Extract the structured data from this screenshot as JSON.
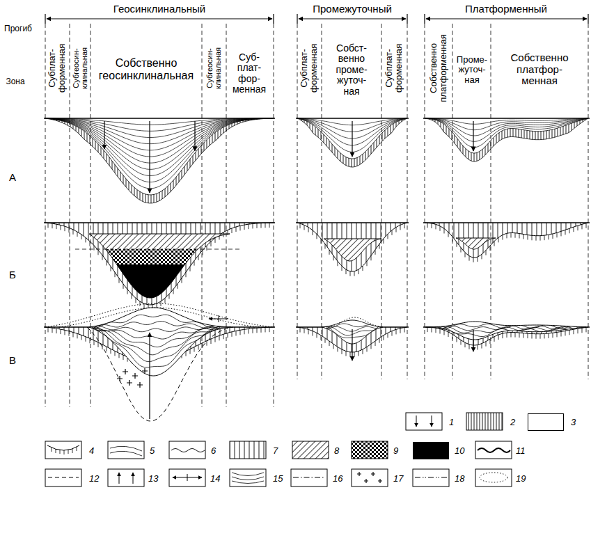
{
  "diagram": {
    "labels": [
      "Геосинклинальный",
      "Промежуточный",
      "Платформенный",
      "Прогиб",
      "Зона",
      "Субплат- форменная",
      "Субгеосин- клинальная",
      "Собственно геосинклинальная",
      "Субгеосин- клинальная",
      "Суб- плат- фор- менная",
      "Субплат- форменная",
      "Собст- венно проме- жуточ- ная",
      "Субплат- форменная",
      "Собственно платформенная",
      "Проме- жуточ- ная",
      "Собственно платфор- менная",
      "А",
      "Б",
      "В"
    ],
    "legend": [
      {
        "text": "1"
      },
      {
        "text": "2"
      },
      {
        "text": "3",
        "color": "#ffffff"
      },
      {
        "text": "4"
      },
      {
        "text": "5"
      },
      {
        "text": "6"
      },
      {
        "text": "7"
      },
      {
        "text": "8"
      },
      {
        "text": "9"
      },
      {
        "text": "10",
        "color": "#000000"
      },
      {
        "text": "11"
      },
      {
        "text": "12"
      },
      {
        "text": "13"
      },
      {
        "text": "14"
      },
      {
        "text": "15"
      },
      {
        "text": "16"
      },
      {
        "text": "17"
      },
      {
        "text": "18"
      },
      {
        "text": "19"
      }
    ]
  }
}
